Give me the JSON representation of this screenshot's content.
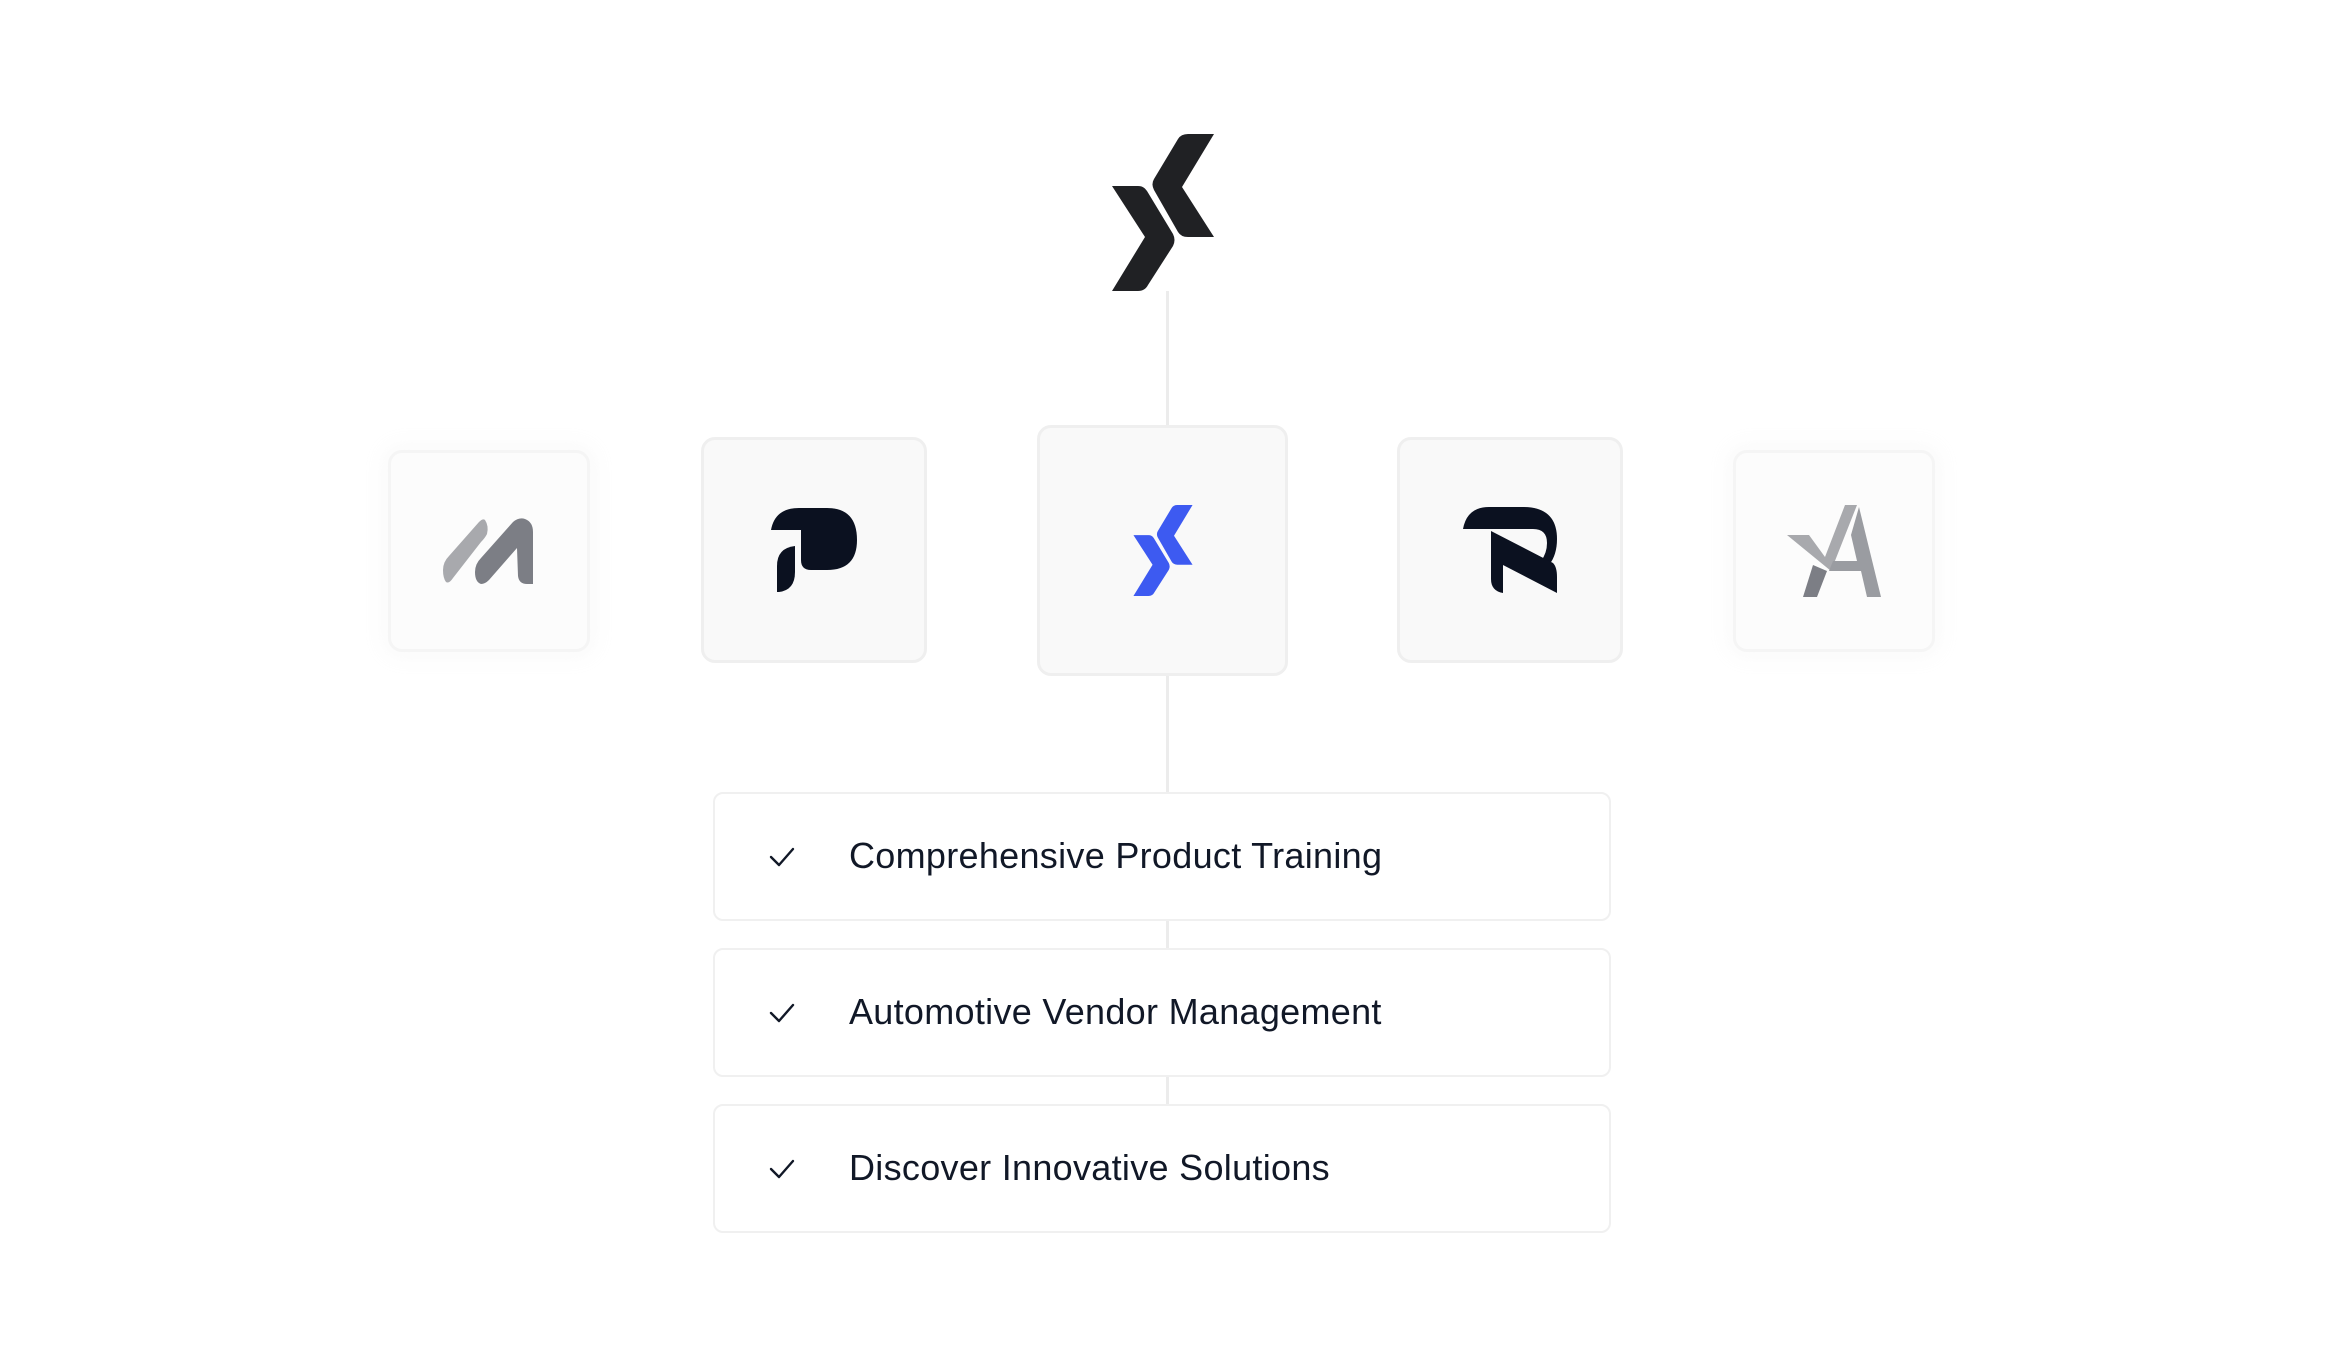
{
  "hero": {
    "logo_icon": "brand-chevron-x-logo",
    "logo_color": "#202124"
  },
  "logo_cards": [
    {
      "id": "m",
      "icon": "m-brand-logo",
      "state": "faded",
      "colors": [
        "#a8a9ad",
        "#7c7e85"
      ]
    },
    {
      "id": "p",
      "icon": "p-brand-logo",
      "state": "normal",
      "colors": [
        "#0b1120"
      ]
    },
    {
      "id": "x",
      "icon": "x-brand-logo",
      "state": "active",
      "colors": [
        "#3d5af1"
      ]
    },
    {
      "id": "r",
      "icon": "r-brand-logo",
      "state": "normal",
      "colors": [
        "#0b1120"
      ]
    },
    {
      "id": "a",
      "icon": "a-brand-logo",
      "state": "faded",
      "colors": [
        "#a8a9ad",
        "#7c7e85"
      ]
    }
  ],
  "features": [
    {
      "icon": "check-icon",
      "label": "Comprehensive Product Training"
    },
    {
      "icon": "check-icon",
      "label": "Automotive Vendor Management"
    },
    {
      "icon": "check-icon",
      "label": "Discover Innovative Solutions"
    }
  ],
  "colors": {
    "accent": "#3d5af1",
    "text": "#111827",
    "connector": "#ececec",
    "card_bg": "#f9f9f9",
    "card_border": "#efefef"
  }
}
